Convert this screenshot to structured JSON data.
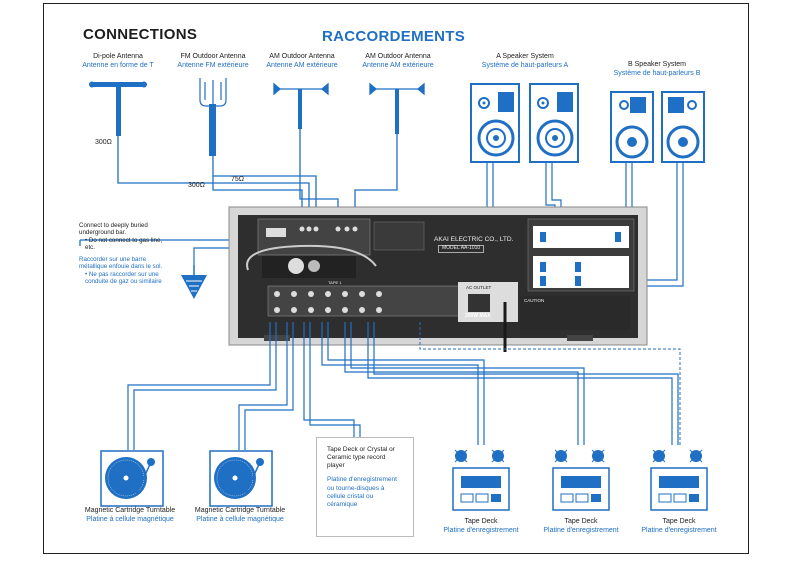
{
  "headers": {
    "title_en": "CONNECTIONS",
    "title_fr": "RACCORDEMENTS"
  },
  "antennas": [
    {
      "label_en": "Di-pole Antenna",
      "label_fr": "Antenne en forme de T"
    },
    {
      "label_en": "FM Outdoor Antenna",
      "label_fr": "Antenne FM extérieure"
    },
    {
      "label_en": "AM Outdoor Antenna",
      "label_fr": "Antenne AM extérieure"
    },
    {
      "label_en": "AM Outdoor Antenna",
      "label_fr": "Antenne AM extérieure"
    }
  ],
  "speakers": [
    {
      "label_en": "A Speaker System",
      "label_fr": "Système de haut-parleurs A"
    },
    {
      "label_en": "B Speaker System",
      "label_fr": "Système de haut-parleurs B"
    }
  ],
  "impedance": {
    "dipole": "300Ω",
    "fm_300": "300Ω",
    "fm_75": "75Ω"
  },
  "ground_note": {
    "en_line": "Connect to deeply buried underground bar.",
    "en_bullet": "•  Do not connect to gas line, etc.",
    "fr_line": "Raccorder sur une barre métallique enfouie dans le sol.",
    "fr_bullet": "•  Ne pas raccorder sur une conduite de gaz ou similaire"
  },
  "receiver": {
    "brand": "AKAI ELECTRIC CO., LTD.",
    "model": "MODEL AA-1010",
    "tape_label": "TAPE 1",
    "ac_outlet": "AC OUTLET",
    "power": "200W MAX",
    "caution": "CAUTION"
  },
  "turntables": [
    {
      "label_en": "Magnetic Cartridge Turntable",
      "label_fr": "Platine à cellule magnétique"
    },
    {
      "label_en": "Magnetic Cartridge Turntable",
      "label_fr": "Platine à cellule magnétique"
    }
  ],
  "tape_box": {
    "en": "Tape Deck or Crystal or Ceramic type record player",
    "fr": "Platine d'enregistrement ou tourne-disques à cellule cristal ou céramique"
  },
  "tape_decks": [
    {
      "label_en": "Tape Deck",
      "label_fr": "Platine d'enregistrement"
    },
    {
      "label_en": "Tape Deck",
      "label_fr": "Platine d'enregistrement"
    },
    {
      "label_en": "Tape Deck",
      "label_fr": "Platine d'enregistrement"
    }
  ],
  "colors": {
    "accent_blue": "#1f6fc4",
    "text_dark": "#1d1d1d",
    "receiver_dark": "#2e2e2e"
  }
}
